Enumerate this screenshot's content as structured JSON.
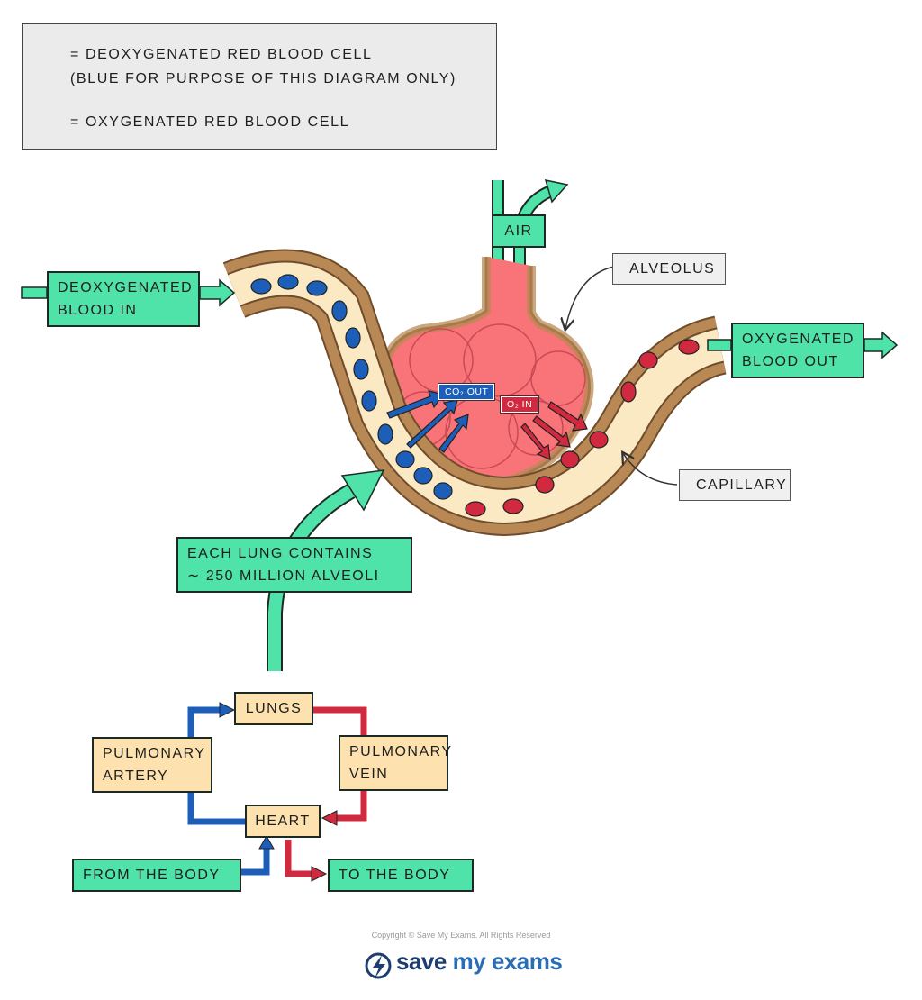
{
  "legend": {
    "deoxy_line1": "= DEOXYGENATED  RED  BLOOD  CELL",
    "deoxy_line2": "(BLUE  FOR  PURPOSE  OF  THIS  DIAGRAM  ONLY)",
    "oxy_line": "= OXYGENATED  RED  BLOOD  CELL"
  },
  "labels": {
    "air": "AIR",
    "alveolus": "ALVEOLUS",
    "capillary": "CAPILLARY",
    "deoxygenated_in": "DEOXYGENATED\nBLOOD  IN",
    "oxygenated_out": "OXYGENATED\nBLOOD  OUT",
    "co2_out": "CO₂  OUT",
    "o2_in": "O₂  IN",
    "lung_fact": "EACH  LUNG  CONTAINS\n∼ 250  MILLION  ALVEOLI"
  },
  "circuit": {
    "lungs": "LUNGS",
    "pulmonary_artery": "PULMONARY\nARTERY",
    "pulmonary_vein": "PULMONARY\nVEIN",
    "heart": "HEART",
    "from_body": "FROM  THE  BODY",
    "to_body": "TO  THE  BODY"
  },
  "footer": {
    "copyright": "Copyright © Save My Exams. All Rights Reserved",
    "brand_a": "save ",
    "brand_b": "my exams"
  },
  "colors": {
    "green_box": "#4fe3a9",
    "tan_box": "#fde2b0",
    "deoxy_blue": "#1d5fb8",
    "oxy_red": "#d1293f",
    "alveolus_pink": "#f87478",
    "vessel_brown": "#b88954",
    "plasma": "#fbe9c4"
  }
}
